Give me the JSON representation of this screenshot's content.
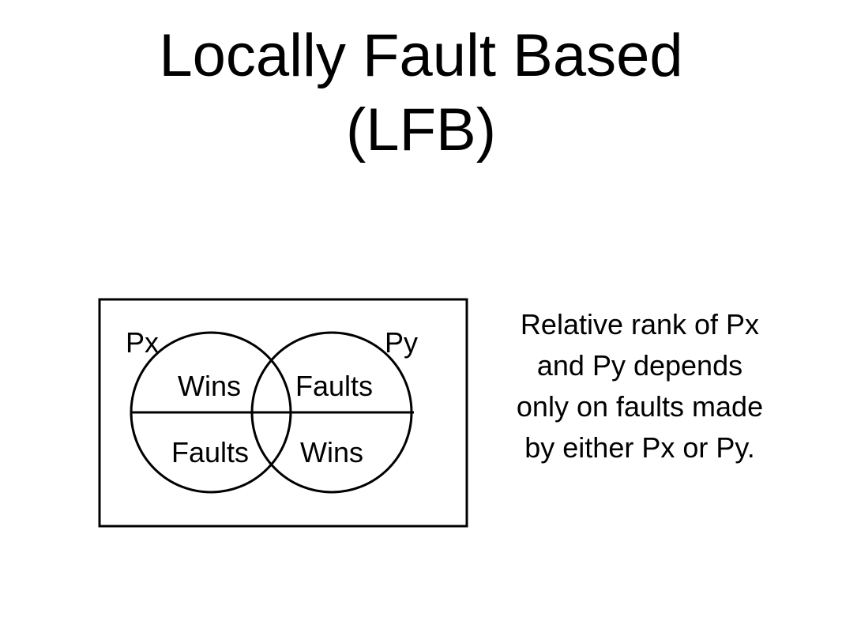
{
  "slide": {
    "title_line1": "Locally Fault Based",
    "title_line2": "(LFB)"
  },
  "diagram": {
    "left_circle_label": "Px",
    "right_circle_label": "Py",
    "left_top_region": "Wins",
    "left_bottom_region": "Faults",
    "right_top_region": "Faults",
    "right_bottom_region": "Wins"
  },
  "caption": {
    "line1": "Relative rank of Px",
    "line2": "and Py depends",
    "line3": "only on faults made",
    "line4": "by either Px or Py."
  },
  "colors": {
    "background": "#ffffff",
    "ink": "#000000"
  }
}
